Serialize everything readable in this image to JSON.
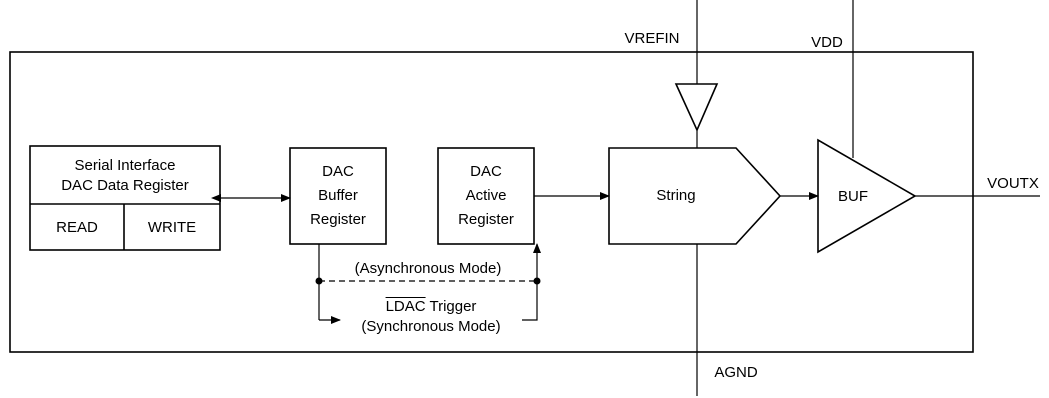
{
  "pins": {
    "vrefin": "VREFIN",
    "vdd": "VDD",
    "voutx": "VOUTX",
    "agnd": "AGND"
  },
  "blocks": {
    "serial_interface": {
      "line1": "Serial Interface",
      "line2": "DAC Data Register"
    },
    "read": "READ",
    "write": "WRITE",
    "dac_buffer": {
      "line1": "DAC",
      "line2": "Buffer",
      "line3": "Register"
    },
    "dac_active": {
      "line1": "DAC",
      "line2": "Active",
      "line3": "Register"
    },
    "string": "String",
    "buf": "BUF"
  },
  "modes": {
    "async": "(Asynchronous Mode)",
    "ldac": "LDAC",
    "trigger": " Trigger",
    "sync": "(Synchronous Mode)"
  }
}
